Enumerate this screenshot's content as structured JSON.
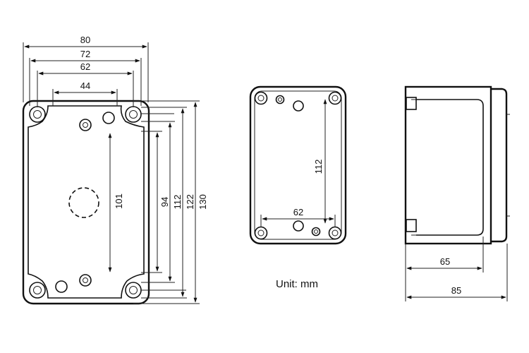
{
  "front_view": {
    "width_labels": [
      "80",
      "72",
      "62",
      "44"
    ],
    "height_labels": [
      "101",
      "94",
      "112",
      "122",
      "130"
    ]
  },
  "back_view": {
    "height_label": "112",
    "width_label": "62"
  },
  "side_view": {
    "inner_depth_label": "65",
    "total_depth_label": "85"
  },
  "unit_label": "Unit: mm"
}
